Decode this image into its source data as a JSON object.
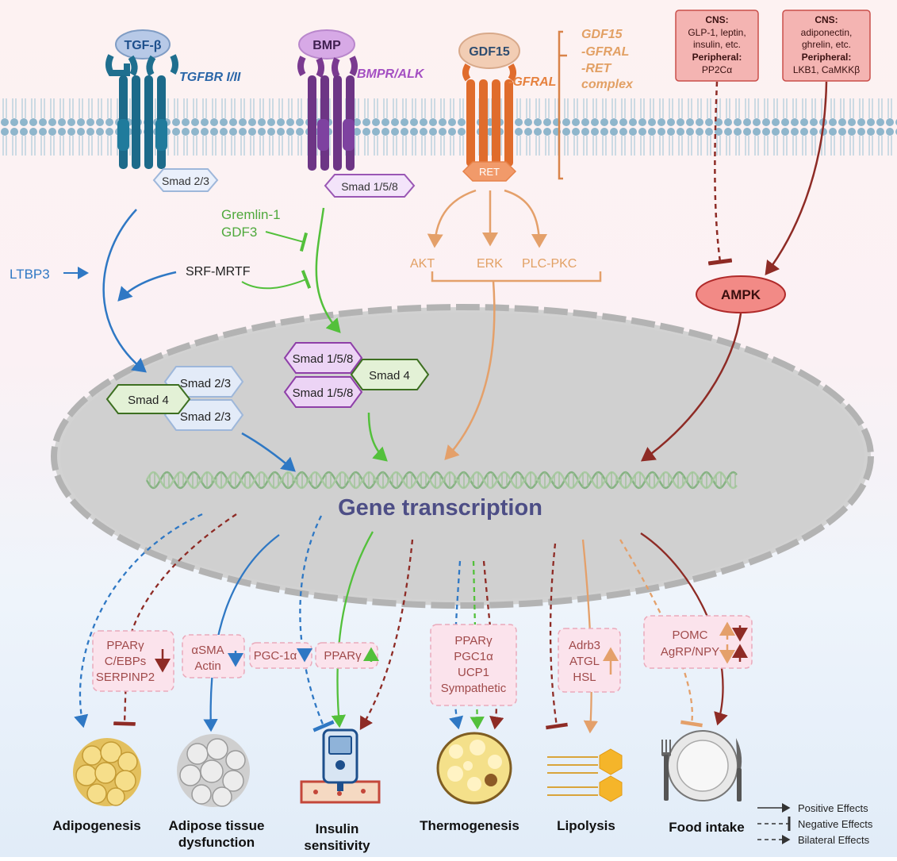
{
  "receptors": {
    "tgfb": {
      "ligand": "TGF-β",
      "receptor": "TGFBR I/II",
      "smad": "Smad 2/3"
    },
    "bmp": {
      "ligand": "BMP",
      "receptor": "BMPR/ALK",
      "smad": "Smad 1/5/8"
    },
    "gdf15": {
      "ligand": "GDF15",
      "receptor": "GFRAL",
      "ret": "RET",
      "complex": [
        "GDF15",
        "-GFRAL",
        "-RET",
        "complex"
      ]
    }
  },
  "cns_boxes": [
    {
      "lines": [
        "CNS:",
        "GLP-1, leptin,",
        "insulin, etc.",
        "Peripheral:",
        "PP2Cα"
      ]
    },
    {
      "lines": [
        "CNS:",
        "adiponectin,",
        "ghrelin, etc.",
        "Peripheral:",
        "LKB1, CaMKKβ"
      ]
    }
  ],
  "regulators": {
    "gremlin": [
      "Gremlin-1",
      "GDF3"
    ],
    "srf": "SRF-MRTF",
    "ltbp3": "LTBP3",
    "kinases": [
      "AKT",
      "ERK",
      "PLC-PKC"
    ],
    "ampk": "AMPK"
  },
  "nucleus": {
    "smad23_complex": [
      "Smad 4",
      "Smad 2/3",
      "Smad 2/3"
    ],
    "smad158_complex": [
      "Smad 1/5/8",
      "Smad 1/5/8",
      "Smad 4"
    ],
    "title": "Gene transcription"
  },
  "effect_boxes": {
    "adipogenesis": [
      "PPARγ",
      "C/EBPs",
      "SERPINP2"
    ],
    "dysfunction": [
      "αSMA",
      "Actin"
    ],
    "pgc": [
      "PGC-1α"
    ],
    "ppar": [
      "PPARγ"
    ],
    "thermo": [
      "PPARγ",
      "PGC1α",
      "UCP1",
      "Sympathetic"
    ],
    "lipolysis": [
      "Adrb3",
      "ATGL",
      "HSL"
    ],
    "food": [
      "POMC",
      "AgRP/NPY"
    ]
  },
  "outcomes": {
    "adipogenesis": [
      "Adipogenesis"
    ],
    "dysfunction": [
      "Adipose tissue",
      "dysfunction"
    ],
    "insulin": [
      "Insulin",
      "sensitivity"
    ],
    "thermogenesis": [
      "Thermogenesis"
    ],
    "lipolysis": [
      "Lipolysis"
    ],
    "food": [
      "Food intake"
    ]
  },
  "legend": [
    {
      "label": "Positive Effects",
      "style": "solid"
    },
    {
      "label": "Negative Effects",
      "style": "dashed-inhibit"
    },
    {
      "label": "Bilateral Effects",
      "style": "dashed-arrow"
    }
  ],
  "colors": {
    "tgf": "#2f78c4",
    "bmp": "#8e3fa8",
    "gdf": "#e06c2c",
    "gdfLight": "#e8a877",
    "green": "#53c03b",
    "darkred": "#8e2b25",
    "peach": "#e4a06a",
    "ampk": "#f28a86",
    "nucleus": "#cfcfcf",
    "dna": "#86b283",
    "title": "#4d4e86"
  }
}
